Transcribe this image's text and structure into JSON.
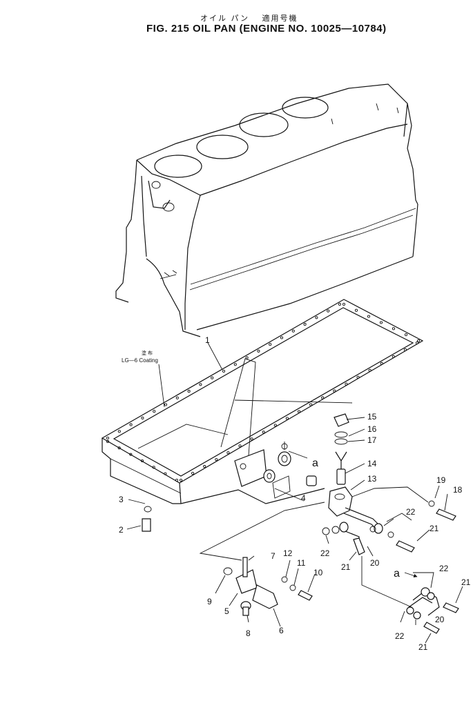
{
  "header": {
    "subtitle_jp": "オイル パン　 適用号機",
    "title": "FIG. 215  OIL PAN  (ENGINE NO. 10025—10784)"
  },
  "coating_note": {
    "jp": "塗 布",
    "label": "LG—6 Coating"
  },
  "callouts": {
    "c1": "1",
    "c2": "2",
    "c3": "3",
    "c4": "4",
    "c5": "5",
    "c6": "6",
    "c7": "7",
    "c8": "8",
    "c9": "9",
    "c10": "10",
    "c11": "11",
    "c12": "12",
    "c13": "13",
    "c14": "14",
    "c15": "15",
    "c16": "16",
    "c17": "17",
    "c18": "18",
    "c19": "19",
    "c20a": "20",
    "c20b": "20",
    "c21a": "21",
    "c21b": "21",
    "c21c": "21",
    "c21d": "21",
    "c22a": "22",
    "c22b": "22",
    "c22c": "22",
    "c22d": "22"
  },
  "view_refs": {
    "a1": "a",
    "a2": "a"
  }
}
